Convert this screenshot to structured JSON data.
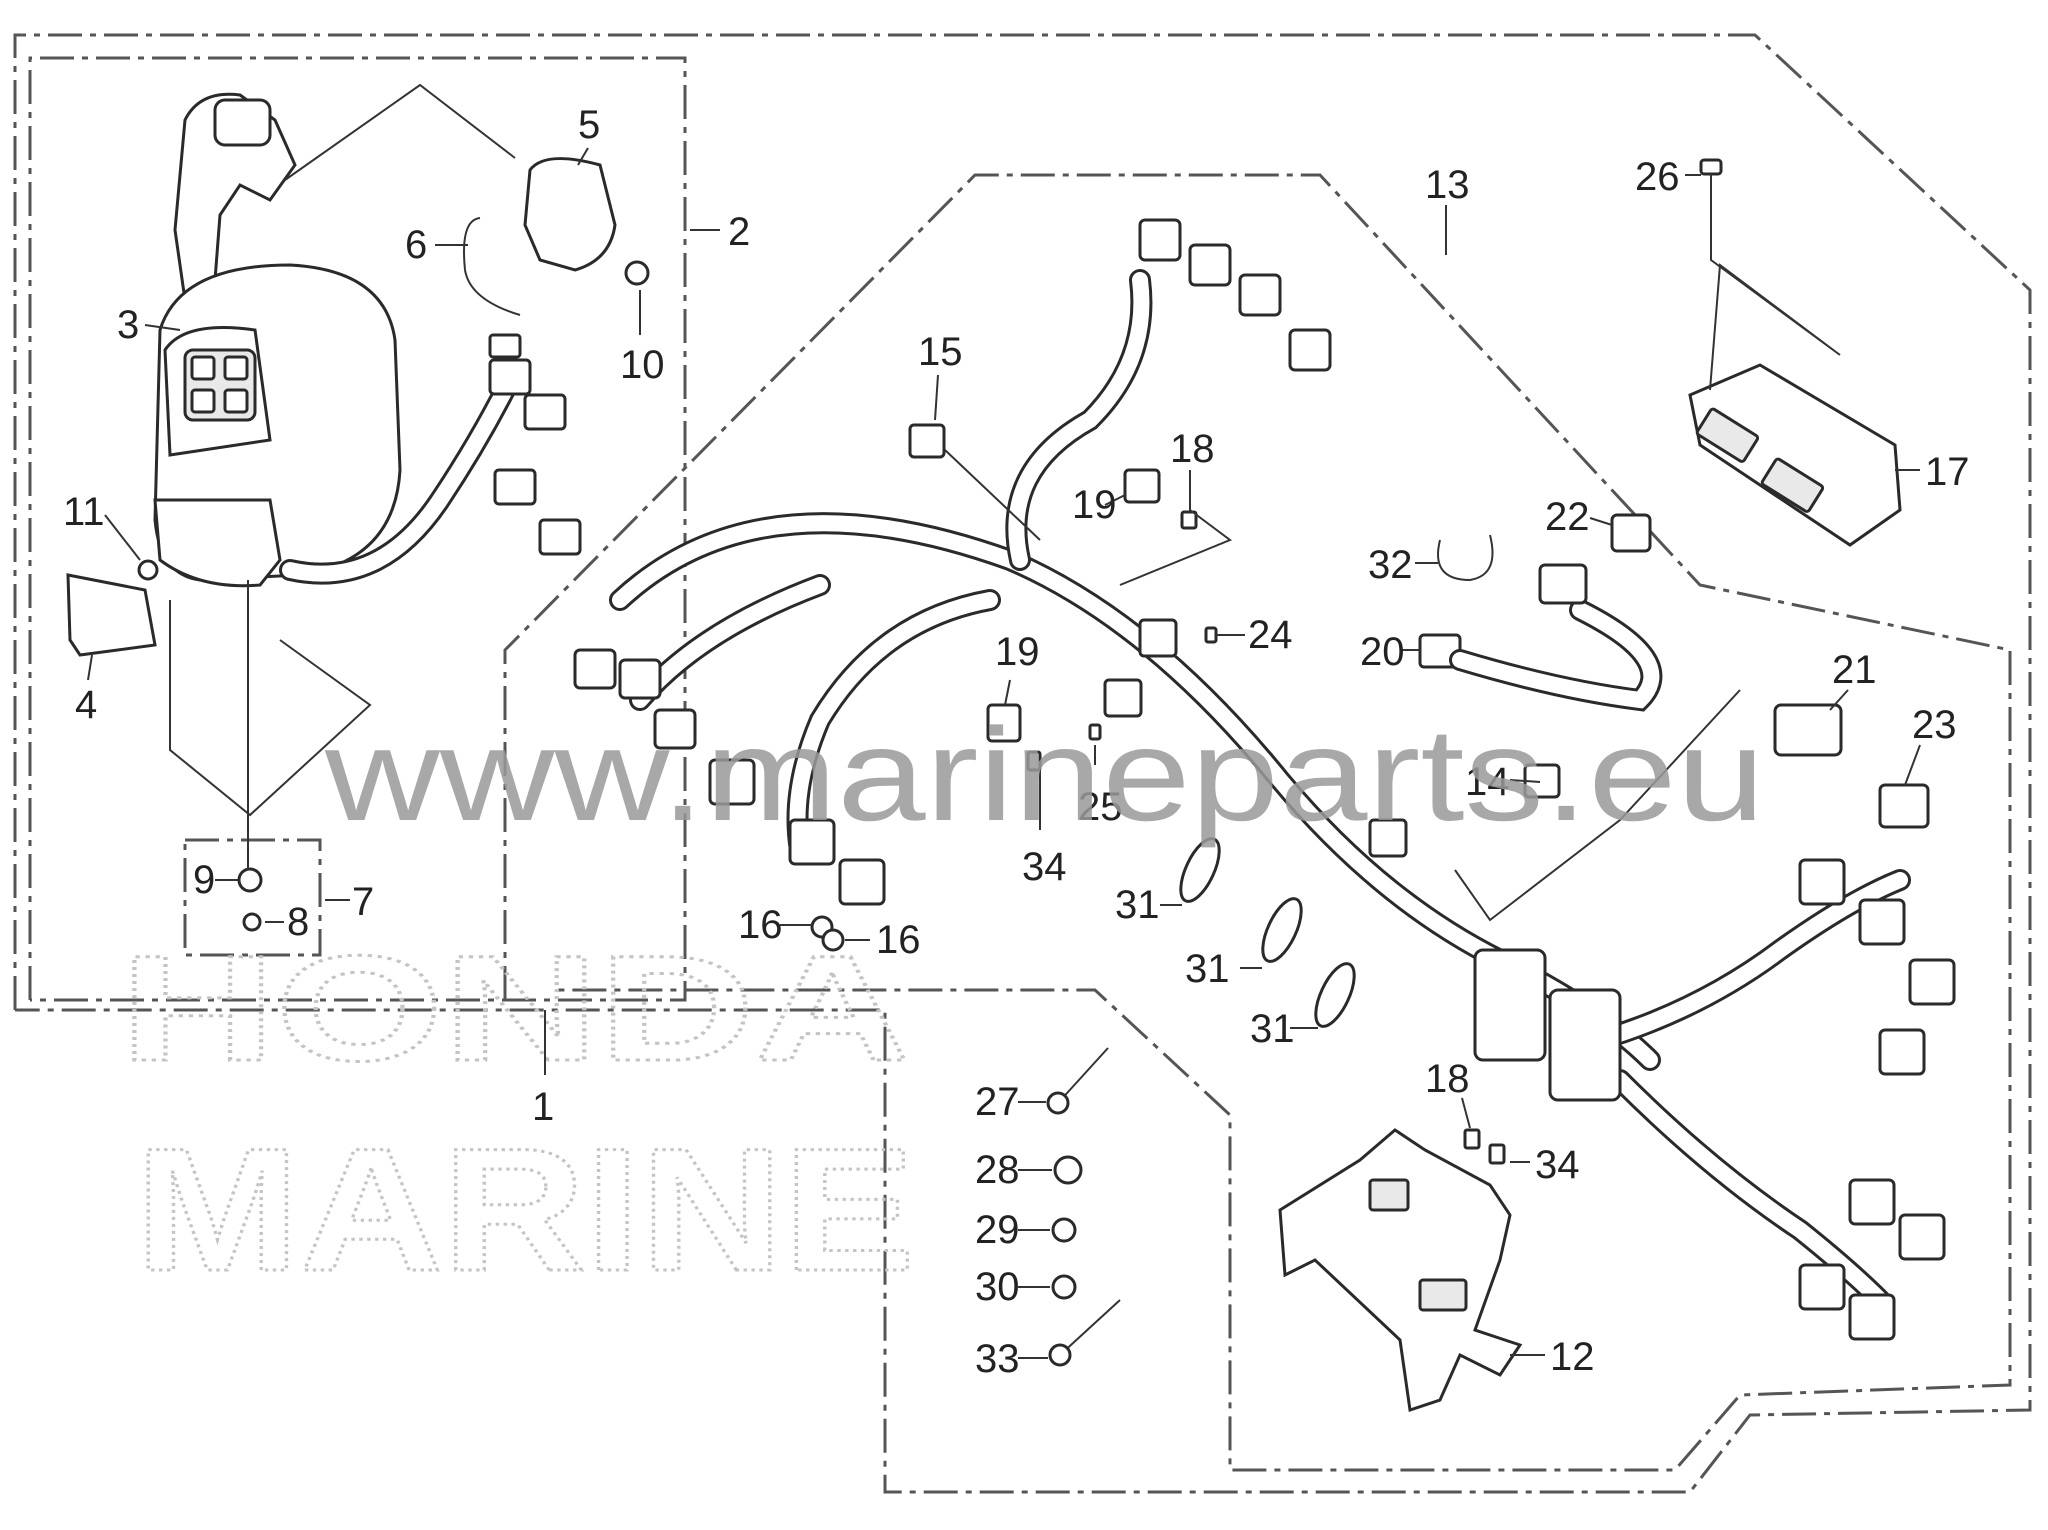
{
  "watermark": {
    "url": "www.marineparts.eu",
    "brand_line1": "HONDA",
    "brand_line2": "MARINE"
  },
  "callouts": [
    "1",
    "2",
    "3",
    "4",
    "5",
    "6",
    "7",
    "8",
    "9",
    "10",
    "11",
    "12",
    "13",
    "14",
    "15",
    "16",
    "16",
    "17",
    "18",
    "18",
    "19",
    "19",
    "20",
    "21",
    "22",
    "23",
    "24",
    "25",
    "26",
    "27",
    "28",
    "29",
    "30",
    "31",
    "31",
    "31",
    "32",
    "33",
    "34",
    "34"
  ],
  "colors": {
    "line": "#2a2a2a",
    "watermark": "#9a9a9a",
    "background": "#ffffff"
  }
}
